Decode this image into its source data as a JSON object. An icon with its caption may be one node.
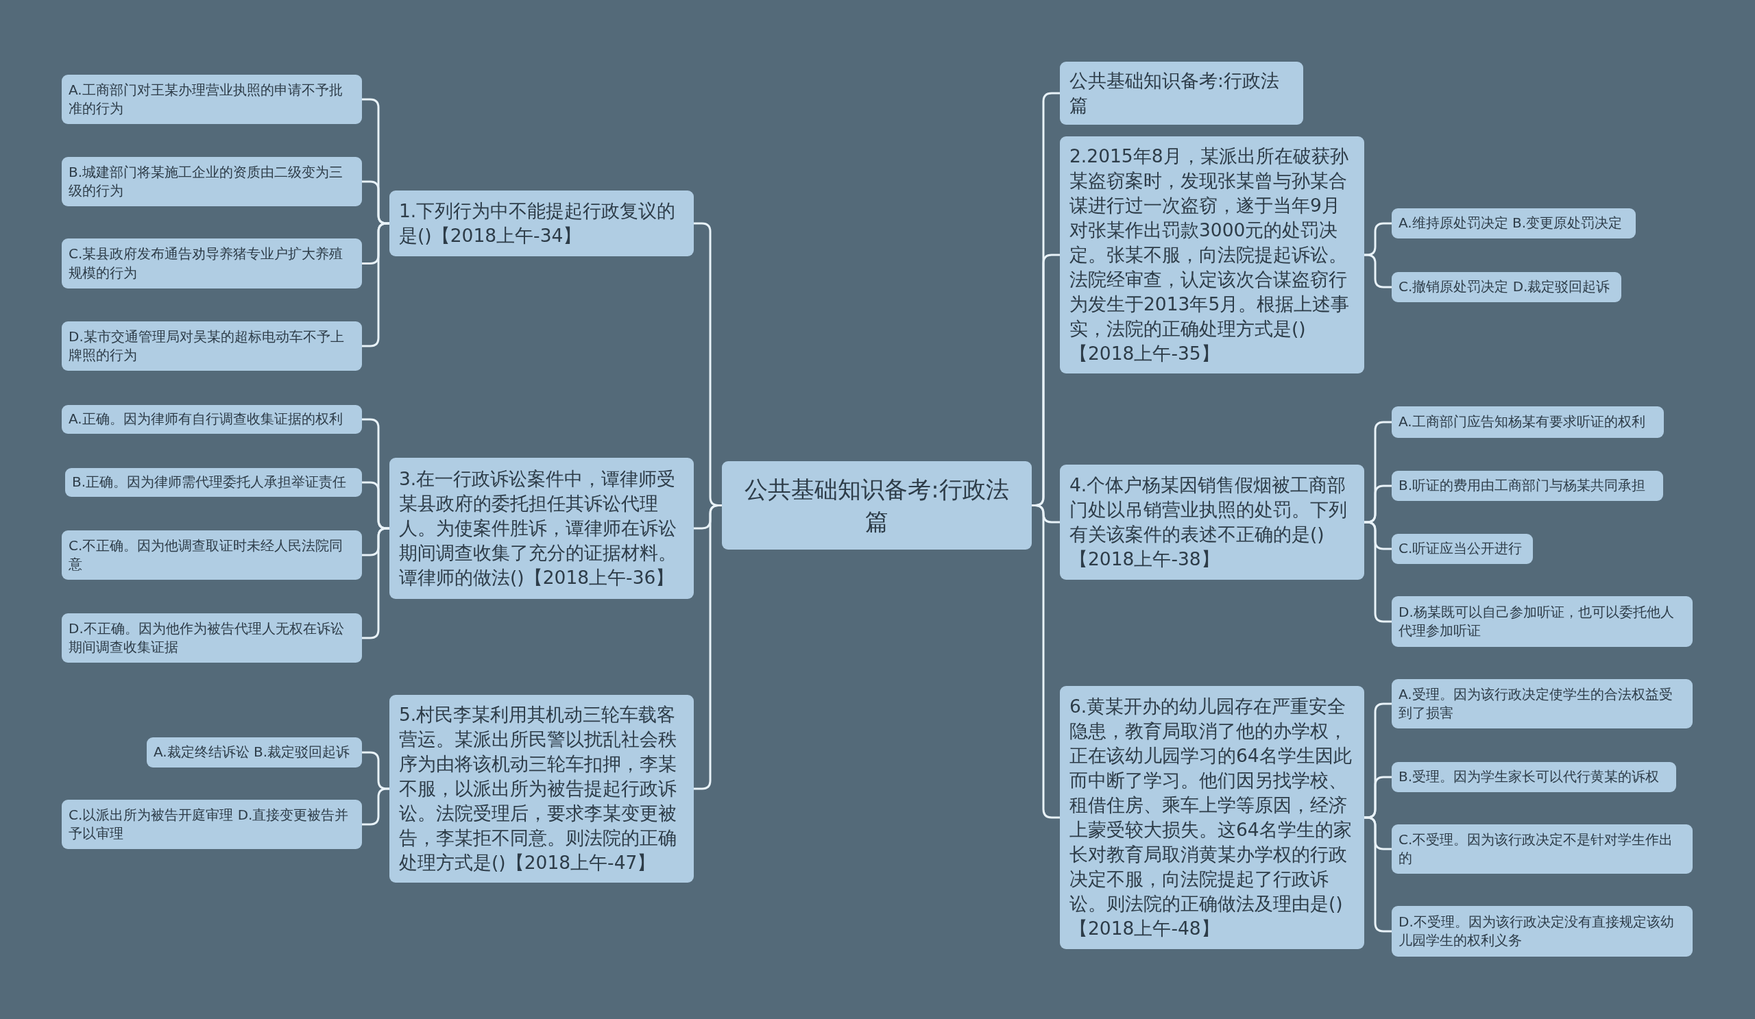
{
  "diagram": {
    "nodes": [
      {
        "text": [
          "公共基础知识备考:行政法篇"
        ]
      },
      {
        "text": [
          "1.下列行为中不能提起行政复议的是()【2018上午-34】"
        ]
      },
      {
        "text": [
          "A.工商部门对王某办理营业执照的申请不予批准的行为"
        ]
      },
      {
        "text": [
          "B.城建部门将某施工企业的资质由二级变为三级的行为"
        ]
      },
      {
        "text": [
          "C.某县政府发布通告劝导养猪专业户扩大养殖规模的行为"
        ]
      },
      {
        "text": [
          "D.某市交通管理局对吴某的超标电动车不予上牌照的行为"
        ]
      },
      {
        "text": [
          "3.在一行政诉讼案件中，谭律师受某县政府的委托担任其诉讼代理人。为使案件胜诉，谭律师在诉讼期间调查收集了充分的证据材料。谭律师的做法()【2018上午-36】"
        ]
      },
      {
        "text": [
          "A.正确。因为律师有自行调查收集证据的权利"
        ]
      },
      {
        "text": [
          "B.正确。因为律师需代理委托人承担举证责任"
        ]
      },
      {
        "text": [
          "C.不正确。因为他调查取证时未经人民法院同意"
        ]
      },
      {
        "text": [
          "D.不正确。因为他作为被告代理人无权在诉讼期间调查收集证据"
        ]
      },
      {
        "text": [
          "5.村民李某利用其机动三轮车载客营运。某派出所民警以扰乱社会秩序为由将该机动三轮车扣押，李某不服，以派出所为被告提起行政诉讼。法院受理后，要求李某变更被告，李某拒不同意。则法院的正确处理方式是()【2018上午-47】"
        ]
      },
      {
        "text": [
          "A.裁定终结诉讼 B.裁定驳回起诉"
        ]
      },
      {
        "text": [
          "C.以派出所为被告开庭审理 D.直接变更被告并予以审理"
        ]
      },
      {
        "text": [
          "公共基础知识备考:行政法篇"
        ]
      },
      {
        "text": [
          "2.2015年8月，某派出所在破获孙某盗窃案时，发现张某曾与孙某合谋进行过一次盗窃，遂于当年9月对张某作出罚款3000元的处罚决定。张某不服，向法院提起诉讼。法院经审查，认定该次合谋盗窃行为发生于2013年5月。根据上述事实，法院的正确处理方式是()【2018上午-35】"
        ]
      },
      {
        "text": [
          "A.维持原处罚决定 B.变更原处罚决定"
        ]
      },
      {
        "text": [
          "C.撤销原处罚决定 D.裁定驳回起诉"
        ]
      },
      {
        "text": [
          "4.个体户杨某因销售假烟被工商部门处以吊销营业执照的处罚。下列有关该案件的表述不正确的是()【2018上午-38】"
        ]
      },
      {
        "text": [
          "A.工商部门应告知杨某有要求听证的权利"
        ]
      },
      {
        "text": [
          "B.听证的费用由工商部门与杨某共同承担"
        ]
      },
      {
        "text": [
          "C.听证应当公开进行"
        ]
      },
      {
        "text": [
          "D.杨某既可以自己参加听证，也可以委托他人代理参加听证"
        ]
      },
      {
        "text": [
          "6.黄某开办的幼儿园存在严重安全隐患，教育局取消了他的办学权，正在该幼儿园学习的64名学生因此而中断了学习。他们因另找学校、租借住房、乘车上学等原因，经济上蒙受较大损失。这64名学生的家长对教育局取消黄某办学权的行政决定不服，向法院提起了行政诉讼。则法院的正确做法及理由是()【2018上午-48】"
        ]
      },
      {
        "text": [
          "A.受理。因为该行政决定使学生的合法权益受到了损害"
        ]
      },
      {
        "text": [
          "B.受理。因为学生家长可以代行黄某的诉权"
        ]
      },
      {
        "text": [
          "C.不受理。因为该行政决定不是针对学生作出的"
        ]
      },
      {
        "text": [
          "D.不受理。因为该行政决定没有直接规定该幼儿园学生的权利义务"
        ]
      }
    ],
    "edges": [
      {
        "from": 0,
        "to": 1,
        "arrow": "none"
      },
      {
        "from": 1,
        "to": 2,
        "arrow": "none"
      },
      {
        "from": 1,
        "to": 3,
        "arrow": "none"
      },
      {
        "from": 1,
        "to": 4,
        "arrow": "none"
      },
      {
        "from": 1,
        "to": 5,
        "arrow": "none"
      },
      {
        "from": 0,
        "to": 6,
        "arrow": "none"
      },
      {
        "from": 6,
        "to": 7,
        "arrow": "none"
      },
      {
        "from": 6,
        "to": 8,
        "arrow": "none"
      },
      {
        "from": 6,
        "to": 9,
        "arrow": "none"
      },
      {
        "from": 6,
        "to": 10,
        "arrow": "none"
      },
      {
        "from": 0,
        "to": 11,
        "arrow": "none"
      },
      {
        "from": 11,
        "to": 12,
        "arrow": "none"
      },
      {
        "from": 11,
        "to": 13,
        "arrow": "none"
      },
      {
        "from": 0,
        "to": 14,
        "arrow": "none"
      },
      {
        "from": 0,
        "to": 15,
        "arrow": "none"
      },
      {
        "from": 15,
        "to": 16,
        "arrow": "none"
      },
      {
        "from": 15,
        "to": 17,
        "arrow": "none"
      },
      {
        "from": 0,
        "to": 18,
        "arrow": "none"
      },
      {
        "from": 18,
        "to": 19,
        "arrow": "none"
      },
      {
        "from": 18,
        "to": 20,
        "arrow": "none"
      },
      {
        "from": 18,
        "to": 21,
        "arrow": "none"
      },
      {
        "from": 18,
        "to": 22,
        "arrow": "none"
      },
      {
        "from": 0,
        "to": 23,
        "arrow": "none"
      },
      {
        "from": 23,
        "to": 24,
        "arrow": "none"
      },
      {
        "from": 23,
        "to": 25,
        "arrow": "none"
      },
      {
        "from": 23,
        "to": 26,
        "arrow": "none"
      },
      {
        "from": 23,
        "to": 27,
        "arrow": "none"
      }
    ]
  }
}
